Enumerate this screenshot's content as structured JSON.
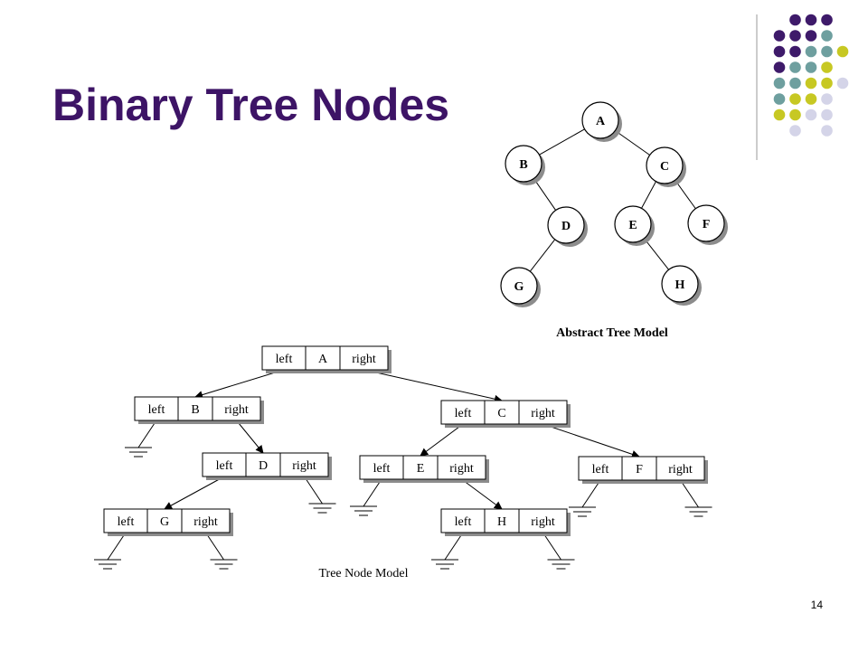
{
  "slide": {
    "title": "Binary Tree Nodes",
    "page_number": "14"
  },
  "colors": {
    "title": "#3d1466",
    "purple": "#3e1a6a",
    "teal": "#6e9f9f",
    "lime": "#c7c823",
    "lavender": "#d4d4e8",
    "line": "#000000",
    "shadow": "#8c8c8c"
  },
  "abstract_tree": {
    "caption": "Abstract Tree Model",
    "nodes": [
      "A",
      "B",
      "C",
      "D",
      "E",
      "F",
      "G",
      "H"
    ],
    "edges": [
      [
        "A",
        "B"
      ],
      [
        "A",
        "C"
      ],
      [
        "B",
        "D"
      ],
      [
        "C",
        "E"
      ],
      [
        "C",
        "F"
      ],
      [
        "D",
        "G"
      ],
      [
        "E",
        "H"
      ]
    ]
  },
  "node_model": {
    "caption": "Tree Node Model",
    "left_label": "left",
    "right_label": "right",
    "nodes": [
      "A",
      "B",
      "C",
      "D",
      "E",
      "F",
      "G",
      "H"
    ],
    "null_pointers": [
      "B.left",
      "D.right",
      "E.left",
      "F.left",
      "F.right",
      "G.left",
      "G.right",
      "H.left",
      "H.right"
    ]
  }
}
